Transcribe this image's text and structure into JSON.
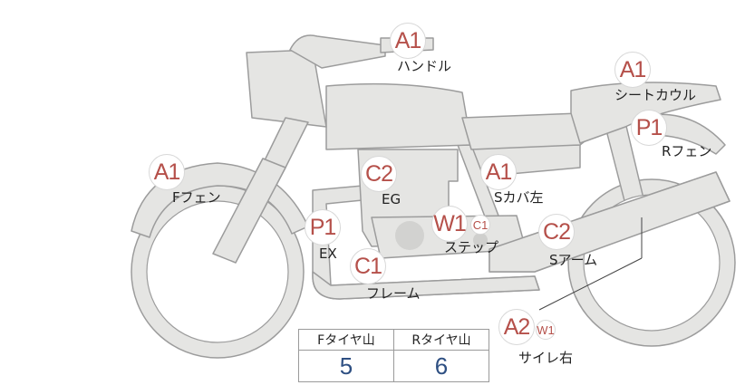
{
  "diagram": {
    "fill_color": "#e5e5e3",
    "stroke_color": "#9c9c9c",
    "badge_color": "#b5504a",
    "parts": [
      {
        "id": "handle",
        "grade": "A1",
        "label": "ハンドル"
      },
      {
        "id": "seatcowl",
        "grade": "A1",
        "label": "シートカウル"
      },
      {
        "id": "rfender",
        "grade": "P1",
        "label": "Rフェン"
      },
      {
        "id": "ffender",
        "grade": "A1",
        "label": "Fフェン"
      },
      {
        "id": "engine",
        "grade": "C2",
        "label": "EG"
      },
      {
        "id": "scover",
        "grade": "A1",
        "label": "Sカバ左"
      },
      {
        "id": "step",
        "grade": "W1",
        "grade2": "C1",
        "label": "ステップ"
      },
      {
        "id": "swingarm",
        "grade": "C2",
        "label": "Sアーム"
      },
      {
        "id": "exhaust",
        "grade": "P1",
        "label": "EX"
      },
      {
        "id": "frame",
        "grade": "C1",
        "label": "フレーム"
      },
      {
        "id": "silencer",
        "grade": "A2",
        "grade2": "W1",
        "label": "サイレ右"
      }
    ]
  },
  "tire_table": {
    "headers": [
      "Fタイヤ山",
      "Rタイヤ山"
    ],
    "values": [
      "5",
      "6"
    ],
    "value_color": "#2e4f82"
  }
}
